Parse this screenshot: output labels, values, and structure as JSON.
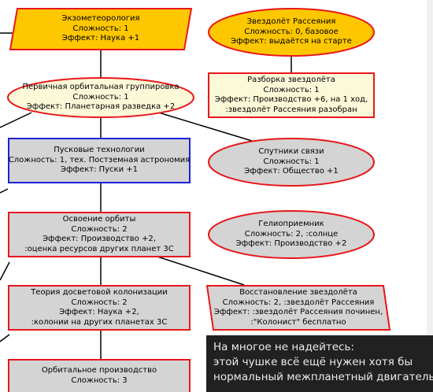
{
  "nodes": {
    "exometeorology": {
      "lines": [
        "Экзометеорология",
        "Сложность: 1",
        "Эффект: Наука +1"
      ]
    },
    "rassenia_ship": {
      "lines": [
        "Звездолёт Рассеяния",
        "Сложность: 0, базовое",
        "Эффект: выдаётся на старте"
      ]
    },
    "orbital_group": {
      "lines": [
        "Первичная орбитальная группировка",
        "Сложность: 1",
        "Эффект: Планетарная разведка +2"
      ]
    },
    "ship_disassembly": {
      "lines": [
        "Разборка звездолёта",
        "Сложность: 1",
        "Эффект: Производство +6, на 1 ход,",
        ":звездолёт Рассеяния разобран"
      ]
    },
    "launch_tech": {
      "lines": [
        "Пусковые технологии",
        "Сложность: 1, тех. Постземная астрономия",
        "Эффект: Пуски +1"
      ]
    },
    "comm_satellites": {
      "lines": [
        "Спутники связи",
        "Сложность: 1",
        "Эффект: Общество +1"
      ]
    },
    "heliopanel": {
      "lines": [
        "Гелиоприемник",
        "Сложность: 2, :солнце",
        "Эффект: Производство +2"
      ]
    },
    "orbit_mastery": {
      "lines": [
        "Освоение орбиты",
        "Сложность: 2",
        "Эффект: Производство +2,",
        ":оценка ресурсов других планет 3С"
      ]
    },
    "colonization_theory": {
      "lines": [
        "Теория досветовой колонизации",
        "Сложность: 2",
        "Эффект: Наука +2,",
        ":колонии на других планетах 3С"
      ]
    },
    "ship_restoration": {
      "lines": [
        "Восстановление звездолёта",
        "Сложность: 2, :звездолёт Рассеяния",
        "Эффект: :звездолёт Рассеяния починен,",
        ":\"Колонист\" бесплатно"
      ]
    },
    "orbital_production": {
      "lines": [
        "Орбитальное производство",
        "Сложность: 3"
      ]
    }
  },
  "tooltip": {
    "lines": [
      "На многое не надейтесь:",
      "этой чушке всё ещё нужен хотя бы",
      "нормальный межпланетный двигатель"
    ]
  },
  "colors": {
    "red_border": "#e8171b",
    "blue_border": "#1c22d6",
    "yellow_fill": "#fec700",
    "cream_fill": "#fcf9d8",
    "gray_fill": "#d4d4d4",
    "tooltip_bg": "#212121"
  }
}
